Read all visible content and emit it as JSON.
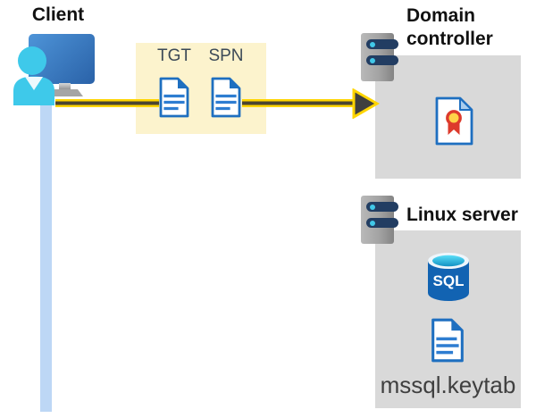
{
  "client": {
    "label": "Client"
  },
  "tickets": {
    "tgt": "TGT",
    "spn": "SPN"
  },
  "domain_controller": {
    "label": "Domain controller"
  },
  "linux_server": {
    "label": "Linux server"
  },
  "sql_icon": {
    "label": "SQL"
  },
  "keytab": {
    "label": "mssql.keytab"
  },
  "colors": {
    "ticket_box_bg": "#fcf3cd",
    "arrow_yellow": "#ffd500",
    "arrow_core": "#4a4431",
    "arrowhead": "#3f3f3f",
    "gray_box": "#d9d9d9",
    "doc_blue": "#1e6fc0",
    "doc_line_blue": "#2e7dd1",
    "cert_fold": "#a9cdee",
    "rosette_red": "#dd3a2c",
    "rosette_yellow": "#ffd348",
    "sql_body": "#1263b2",
    "person_cyan": "#3ec9ea",
    "vline": "#bdd7f5",
    "server_pill": "#223d62",
    "server_dot": "#41c8e8",
    "text_dark": "#3c4a57",
    "keytab_text": "#3f3f3f"
  }
}
